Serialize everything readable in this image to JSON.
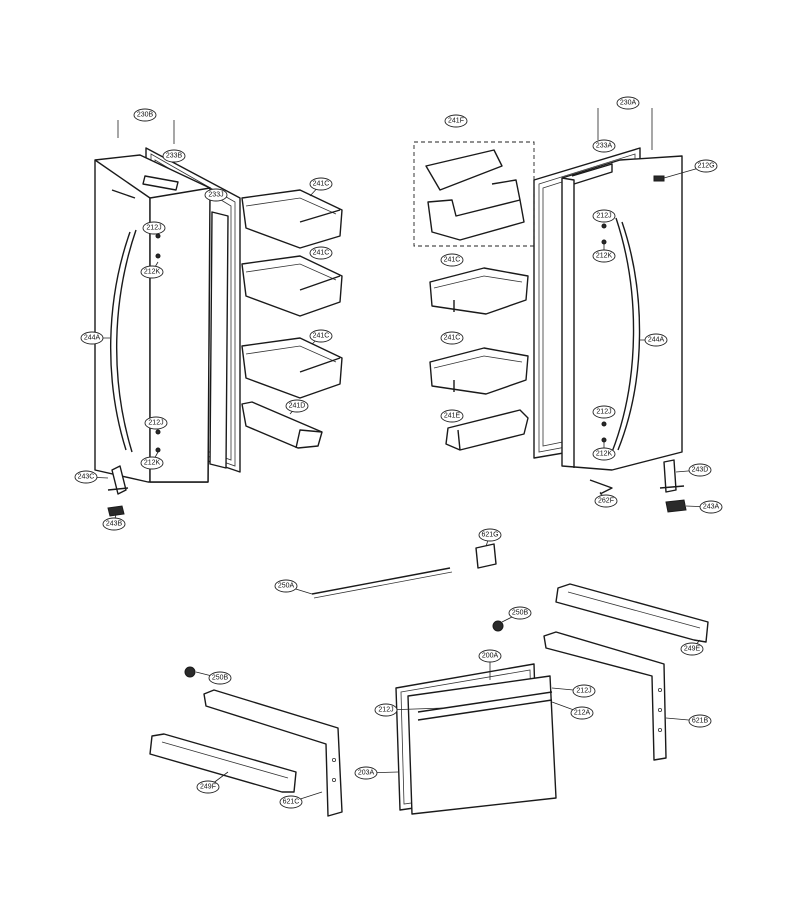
{
  "callouts": {
    "c230b": "230B",
    "c233b": "233B",
    "c233j": "233J",
    "c212j_tl": "212J",
    "c212k_tl": "212K",
    "c212j_bl": "212J",
    "c212k_bl": "212K",
    "c244a_l": "244A",
    "c243c": "243C",
    "c243b": "243B",
    "c241c_1": "241C",
    "c241c_2": "241C",
    "c241c_3": "241C",
    "c241d": "241D",
    "c241f": "241F",
    "c241c_4": "241C",
    "c241c_5": "241C",
    "c241e": "241E",
    "c230a": "230A",
    "c233a": "233A",
    "c212g": "212G",
    "c212j_tr": "212J",
    "c212k_tr": "212K",
    "c212j_br": "212J",
    "c212k_br": "212K",
    "c244a_r": "244A",
    "c243d": "243D",
    "c243a": "243A",
    "c262f": "262F",
    "c621g": "621G",
    "c250a": "250A",
    "c250b_r": "250B",
    "c249e": "249E",
    "c250b_l": "250B",
    "c200a": "200A",
    "c212j_dl": "212J",
    "c212j_dr": "212J",
    "c212a": "212A",
    "c203a": "203A",
    "c621b": "621B",
    "c249f": "249F",
    "c621c": "621C"
  }
}
